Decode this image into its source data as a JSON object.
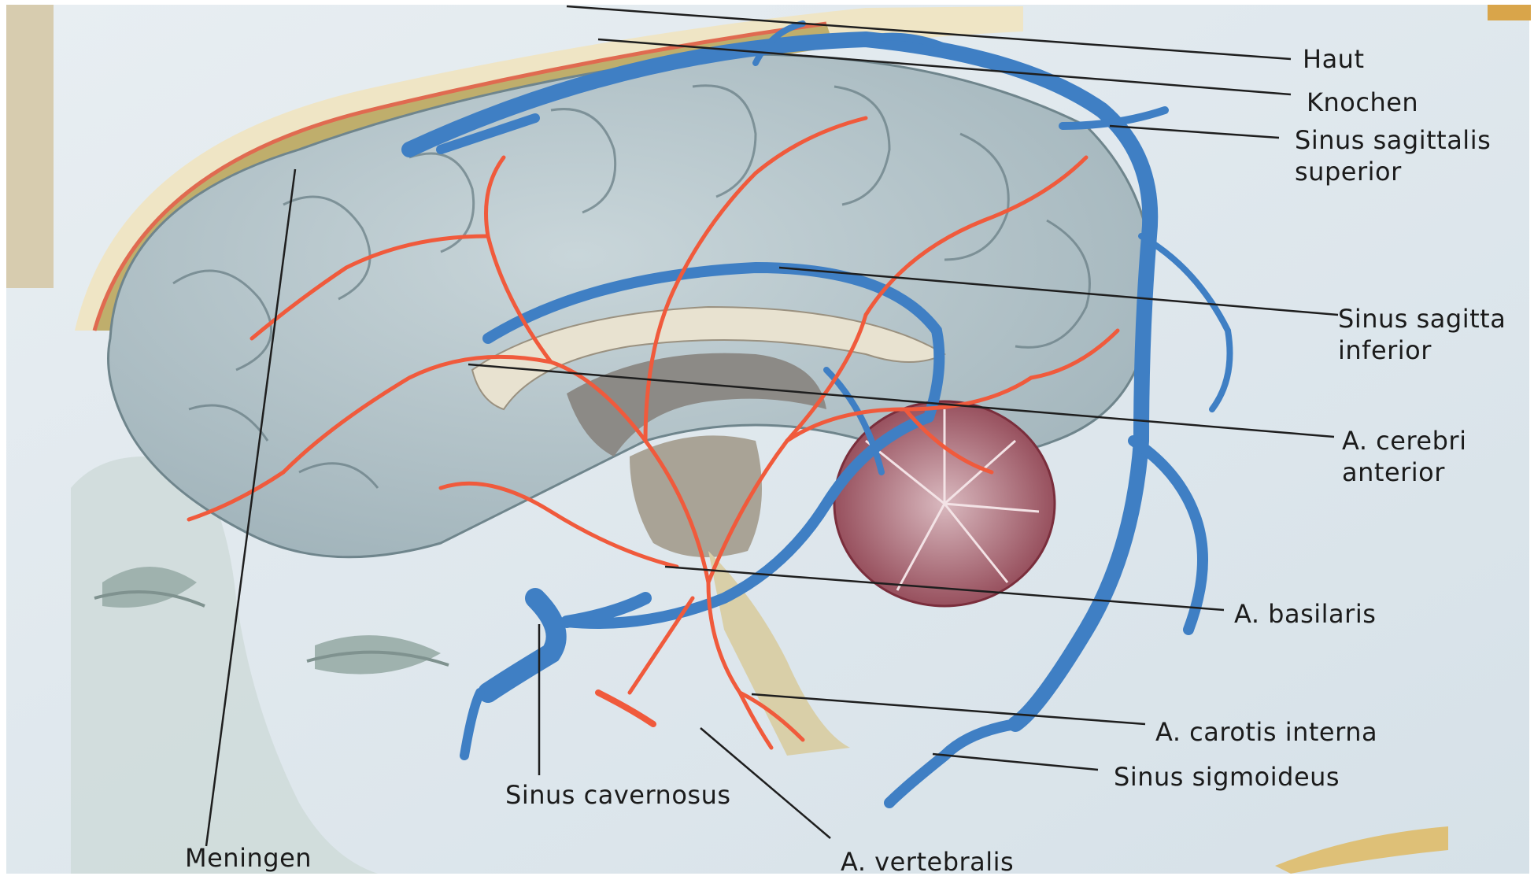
{
  "labels": {
    "haut": "Haut",
    "knochen": "Knochen",
    "sinus_sag_sup_1": "Sinus sagittalis",
    "sinus_sag_sup_2": "superior",
    "sinus_sag_inf_1": "Sinus sagitta",
    "sinus_sag_inf_2": "inferior",
    "cerebri_ant_1": "A. cerebri",
    "cerebri_ant_2": "anterior",
    "basilaris": "A. basilaris",
    "carotis": "A. carotis interna",
    "sigmoideus": "Sinus sigmoideus",
    "cavernosus": "Sinus cavernosus",
    "vertebralis": "A. vertebralis",
    "meningen": "Meningen"
  },
  "colors": {
    "background": "#dfe8ee",
    "vein": "#3f7fc4",
    "artery": "#f05a3c",
    "brain": "#b9c8ce",
    "bone": "#c9c08c"
  }
}
